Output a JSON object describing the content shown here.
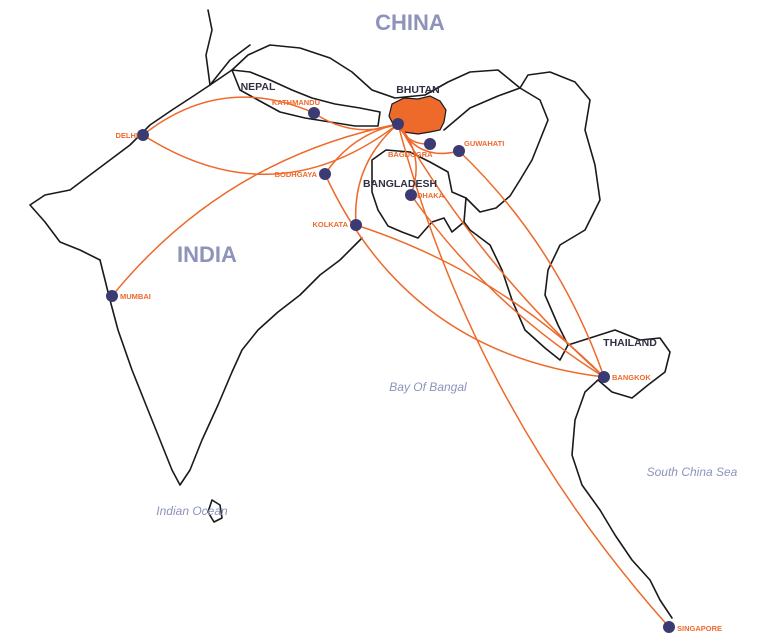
{
  "colors": {
    "route": "#ee6a2b",
    "city_dot": "#3c3a73",
    "highlight_country": "#ee6a2b",
    "big_label": "#8e93bb",
    "country_label": "#2f3143",
    "water_label": "#8e93bb",
    "city_label": "#ee6a2b",
    "outline": "#1a1a1a"
  },
  "labels": {
    "china": "CHINA",
    "india": "INDIA",
    "nepal": "NEPAL",
    "bhutan": "BHUTAN",
    "bangladesh": "BANGLADESH",
    "thailand": "THAILAND"
  },
  "water": {
    "bay": "Bay Of Bangal",
    "indian_ocean": "Indian Ocean",
    "south_china_sea": "South China Sea"
  },
  "highlighted_country": "BHUTAN",
  "cities": [
    {
      "id": "delhi",
      "name": "DELHI"
    },
    {
      "id": "kathmandu",
      "name": "KATHMANDU"
    },
    {
      "id": "bagdogra",
      "name": "BAGDOGRA"
    },
    {
      "id": "guwahati",
      "name": "GUWAHATI"
    },
    {
      "id": "bodhgaya",
      "name": "BODHGAYA"
    },
    {
      "id": "dhaka",
      "name": "DHAKA"
    },
    {
      "id": "kolkata",
      "name": "KOLKATA"
    },
    {
      "id": "mumbai",
      "name": "MUMBAI"
    },
    {
      "id": "bangkok",
      "name": "BANGKOK"
    },
    {
      "id": "singapore",
      "name": "SINGAPORE"
    }
  ],
  "routes": [
    {
      "from": "paro",
      "to": "delhi"
    },
    {
      "from": "paro",
      "to": "kathmandu"
    },
    {
      "from": "paro",
      "to": "bagdogra"
    },
    {
      "from": "paro",
      "to": "guwahati"
    },
    {
      "from": "paro",
      "to": "bodhgaya"
    },
    {
      "from": "paro",
      "to": "dhaka"
    },
    {
      "from": "paro",
      "to": "kolkata"
    },
    {
      "from": "paro",
      "to": "mumbai"
    },
    {
      "from": "paro",
      "to": "bangkok"
    },
    {
      "from": "paro",
      "to": "singapore"
    },
    {
      "from": "kathmandu",
      "to": "delhi"
    },
    {
      "from": "kolkata",
      "to": "bangkok"
    },
    {
      "from": "dhaka",
      "to": "bangkok"
    },
    {
      "from": "guwahati",
      "to": "bangkok"
    },
    {
      "from": "bodhgaya",
      "to": "bangkok"
    }
  ]
}
